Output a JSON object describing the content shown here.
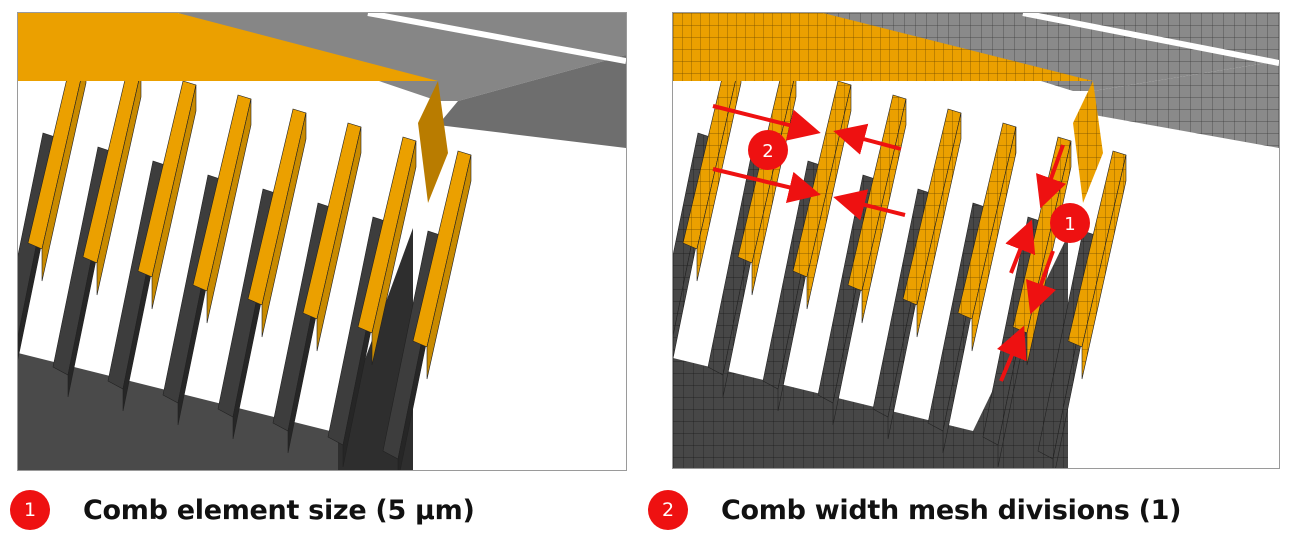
{
  "colors": {
    "comb_orange": "#eba000",
    "comb_orange_dark": "#b97c00",
    "comb_gray_dark": "#3a3a3a",
    "rail_gray": "#868686",
    "annotation_red": "#ee1111"
  },
  "panels": {
    "left": {
      "view": "coarse-geometry"
    },
    "right": {
      "view": "meshed-geometry",
      "callouts": [
        {
          "number": "2"
        },
        {
          "number": "1"
        }
      ]
    }
  },
  "legend": [
    {
      "number": "1",
      "label": "Comb element size (5 µm)"
    },
    {
      "number": "2",
      "label": "Comb width mesh divisions (1)"
    }
  ]
}
